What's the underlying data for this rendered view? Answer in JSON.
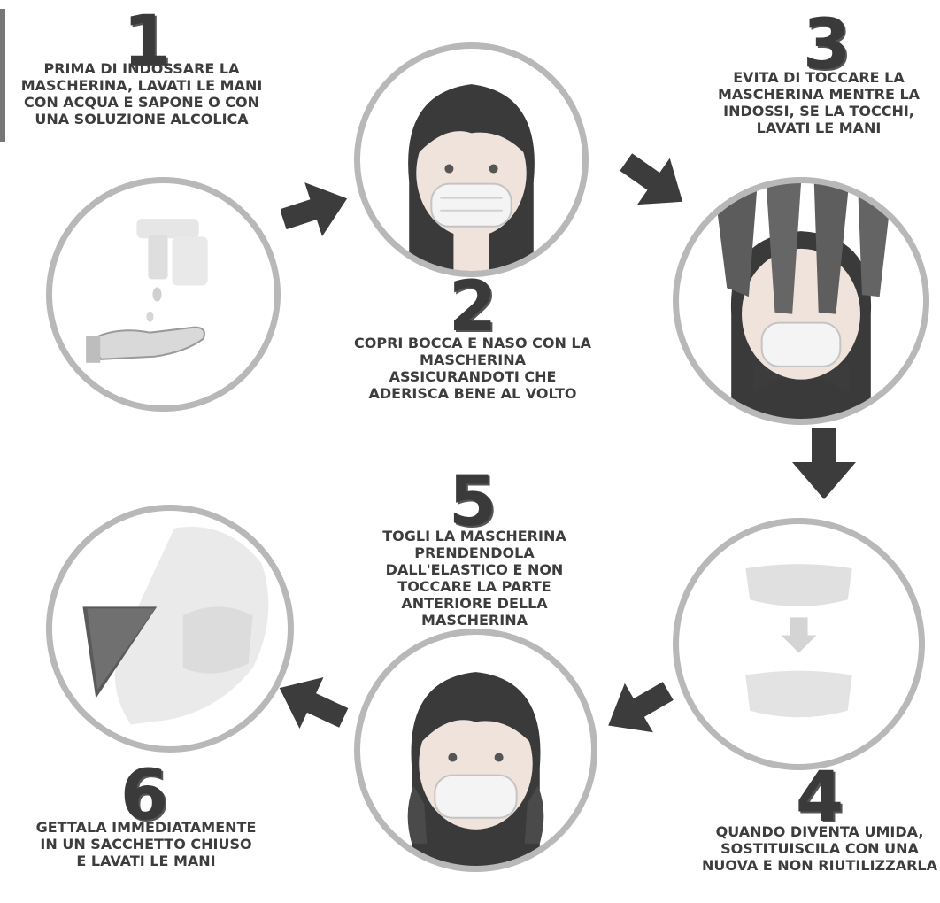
{
  "steps": [
    {
      "number": "1",
      "text": "PRIMA DI INDOSSARE LA MASCHERINA, LAVATI LE MANI CON ACQUA E SAPONE O CON UNA SOLUZIONE ALCOLICA"
    },
    {
      "number": "2",
      "text": "COPRI BOCCA E NASO CON LA MASCHERINA ASSICURANDOTI CHE ADERISCA BENE AL VOLTO"
    },
    {
      "number": "3",
      "text": "EVITA DI TOCCARE LA MASCHERINA MENTRE LA INDOSSI, SE LA TOCCHI, LAVATI LE MANI"
    },
    {
      "number": "4",
      "text": "QUANDO DIVENTA UMIDA, SOSTITUISCILA CON UNA NUOVA E NON RIUTILIZZARLA"
    },
    {
      "number": "5",
      "text": "TOGLI LA MASCHERINA PRENDENDOLA DALL'ELASTICO E NON TOCCARE LA PARTE ANTERIORE DELLA MASCHERINA"
    },
    {
      "number": "6",
      "text": "GETTALA IMMEDIATAMENTE IN UN SACCHETTO CHIUSO E LAVATI LE MANI"
    }
  ],
  "icons": {
    "step1": "hand-washing-icon",
    "step2": "masked-face-icon",
    "step3": "hands-touching-mask-icon",
    "step4": "replace-mask-icon",
    "step5": "remove-mask-icon",
    "step6": "dispose-mask-icon"
  },
  "colors": {
    "circle_border": "#b8b8b8",
    "arrow": "#3c3c3c",
    "text": "#3d3d3d"
  }
}
